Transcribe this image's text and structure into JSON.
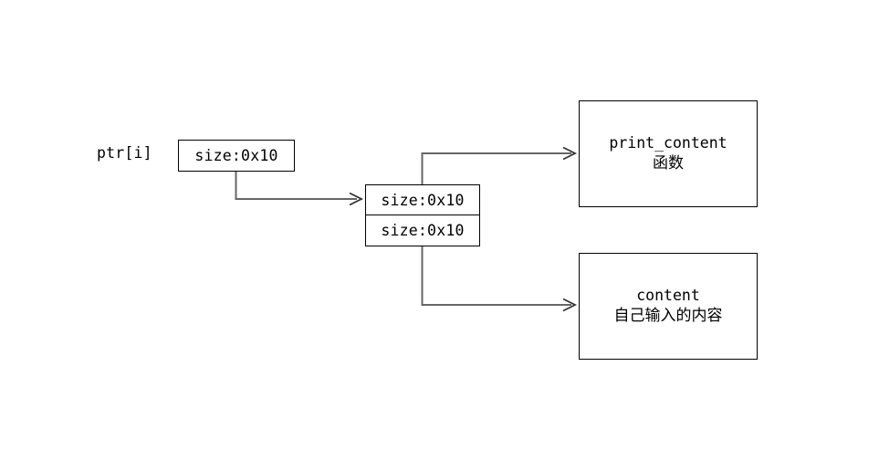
{
  "diagram": {
    "title": "ptr[i] chunk to print_content / content layout",
    "stroke_color": "#000000",
    "edge_color": "#666666",
    "background": "#ffffff",
    "nodes": {
      "ptr_label": {
        "text": "ptr[i]"
      },
      "ptr_box": {
        "text": "size:0x10"
      },
      "struct_box": {
        "rows": [
          {
            "text": "size:0x10"
          },
          {
            "text": "size:0x10"
          }
        ]
      },
      "func_box": {
        "line1": "print_content",
        "line2": "函数"
      },
      "data_box": {
        "line1": "content",
        "line2": "自己输入的内容"
      }
    },
    "edges": [
      {
        "name": "ptr-to-struct",
        "from": "ptr_box",
        "to": "struct_box",
        "arrow": "open-v"
      },
      {
        "name": "struct-to-func",
        "from": "struct_box",
        "to": "func_box",
        "arrow": "open-v"
      },
      {
        "name": "struct-to-data",
        "from": "struct_box",
        "to": "data_box",
        "arrow": "open-v"
      }
    ]
  }
}
